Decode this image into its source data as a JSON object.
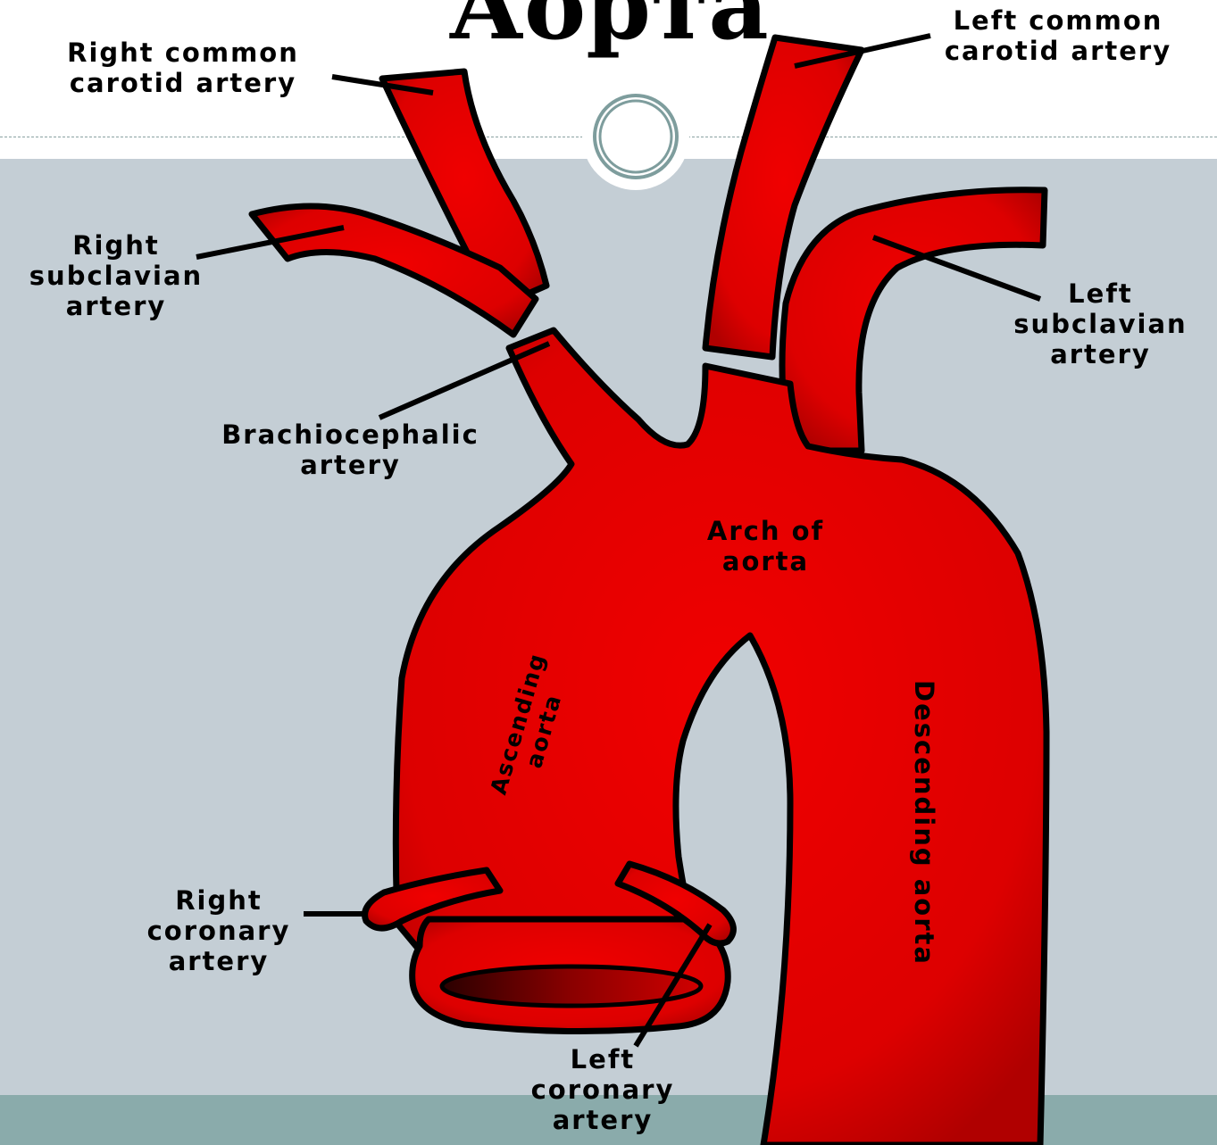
{
  "slide": {
    "title": "Аорта",
    "colors": {
      "top_background": "#ffffff",
      "main_background": "#c4ced5",
      "bottom_band": "#8aabab",
      "artery": "#e00000",
      "outline": "#000000"
    }
  },
  "labels": {
    "right_common_carotid": [
      "Right common",
      "carotid artery"
    ],
    "left_common_carotid": [
      "Left common",
      "carotid artery"
    ],
    "right_subclavian": [
      "Right",
      "subclavian",
      "artery"
    ],
    "left_subclavian": [
      "Left",
      "subclavian",
      "artery"
    ],
    "brachiocephalic": [
      "Brachiocephalic",
      "artery"
    ],
    "arch_of_aorta": [
      "Arch of",
      "aorta"
    ],
    "ascending_aorta": [
      "Ascending",
      "aorta"
    ],
    "descending_aorta": "Descending aorta",
    "right_coronary": [
      "Right",
      "coronary",
      "artery"
    ],
    "left_coronary": [
      "Left",
      "coronary",
      "artery"
    ]
  }
}
